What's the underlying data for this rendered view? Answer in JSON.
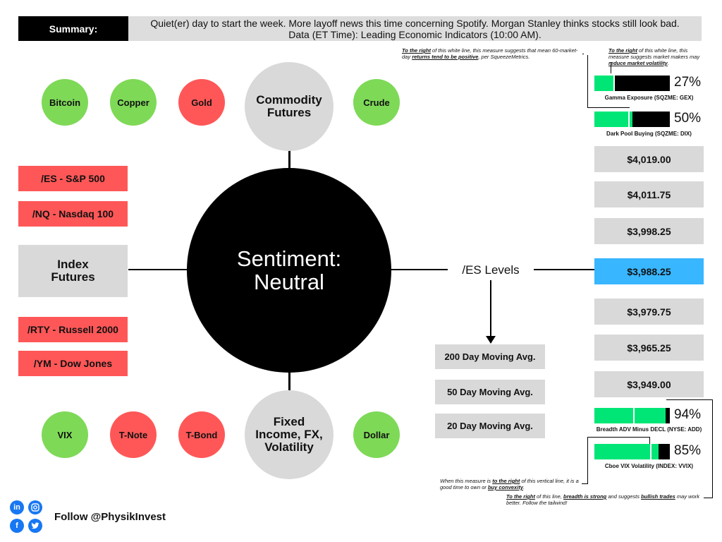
{
  "summary": {
    "label": "Summary:",
    "line1": "Quiet(er) day to start the week. More layoff news this time concerning Spotify. Morgan Stanley thinks stocks still look bad.",
    "line2": "Data (ET Time): Leading Economic Indicators (10:00 AM)."
  },
  "commodities": {
    "title": "Commodity Futures",
    "items": [
      {
        "label": "Bitcoin",
        "color": "green"
      },
      {
        "label": "Copper",
        "color": "green"
      },
      {
        "label": "Gold",
        "color": "red"
      },
      {
        "label": "Crude",
        "color": "green"
      }
    ]
  },
  "sentiment": {
    "label": "Sentiment:",
    "value": "Neutral"
  },
  "index_futures": {
    "title": "Index Futures",
    "items": [
      "/ES - S&P 500",
      "/NQ - Nasdaq 100",
      "/RTY - Russell 2000",
      "/YM - Dow Jones"
    ]
  },
  "fixed_income": {
    "title": "Fixed Income, FX, Volatility",
    "items": [
      {
        "label": "VIX",
        "color": "green"
      },
      {
        "label": "T-Note",
        "color": "red"
      },
      {
        "label": "T-Bond",
        "color": "red"
      },
      {
        "label": "Dollar",
        "color": "green"
      }
    ]
  },
  "es_levels": {
    "title": "/ES Levels",
    "levels": [
      "$4,019.00",
      "$4,011.75",
      "$3,998.25",
      "$3,988.25",
      "$3,979.75",
      "$3,965.25",
      "$3,949.00"
    ],
    "highlight": "$3,988.25",
    "moving_averages": [
      "200 Day Moving Avg.",
      "50 Day Moving Avg.",
      "20 Day Moving Avg."
    ]
  },
  "gauges": {
    "gex": {
      "pct": "27%",
      "value": 0.27,
      "label": "Gamma Exposure (SQZME: GEX)"
    },
    "dix": {
      "pct": "50%",
      "value": 0.5,
      "label": "Dark Pool Buying (SQZME: DIX)"
    },
    "add": {
      "pct": "94%",
      "value": 0.94,
      "label": "Breadth ADV Minus DECL (NYSE: ADD)"
    },
    "vvix": {
      "pct": "85%",
      "value": 0.85,
      "label": "Cboe VIX Volatility (INDEX: VVIX)"
    }
  },
  "notes": {
    "dix_a": "To the right",
    "dix_b": " of this white line, this measure suggests that mean 60-market-day ",
    "dix_c": "returns tend to be positive",
    "dix_d": ", per SqueezeMetrics.",
    "gex_a": "To the right",
    "gex_b": " of this white line, this measure suggests market makers may ",
    "gex_c": "reduce market volatility",
    "gex_d": ".",
    "vvix_a": "When this measure is ",
    "vvix_b": "to the right",
    "vvix_c": " of this vertical line, it is a good time to own or ",
    "vvix_d": "buy convexity",
    "vvix_e": ".",
    "add_a": "To the right",
    "add_b": " of this line, ",
    "add_c": "breadth is strong",
    "add_d": " and suggests ",
    "add_e": "bullish trades",
    "add_f": " may work better. Follow the tailwind!"
  },
  "footer": {
    "follow": "Follow @PhysikInvest",
    "icons": [
      "linkedin-icon",
      "instagram-icon",
      "facebook-icon",
      "twitter-icon"
    ]
  },
  "colors": {
    "green": "#7ed957",
    "red": "#ff5757",
    "gray": "#d9d9d9",
    "highlight": "#38b6ff",
    "gauge_fill": "#00e676"
  }
}
